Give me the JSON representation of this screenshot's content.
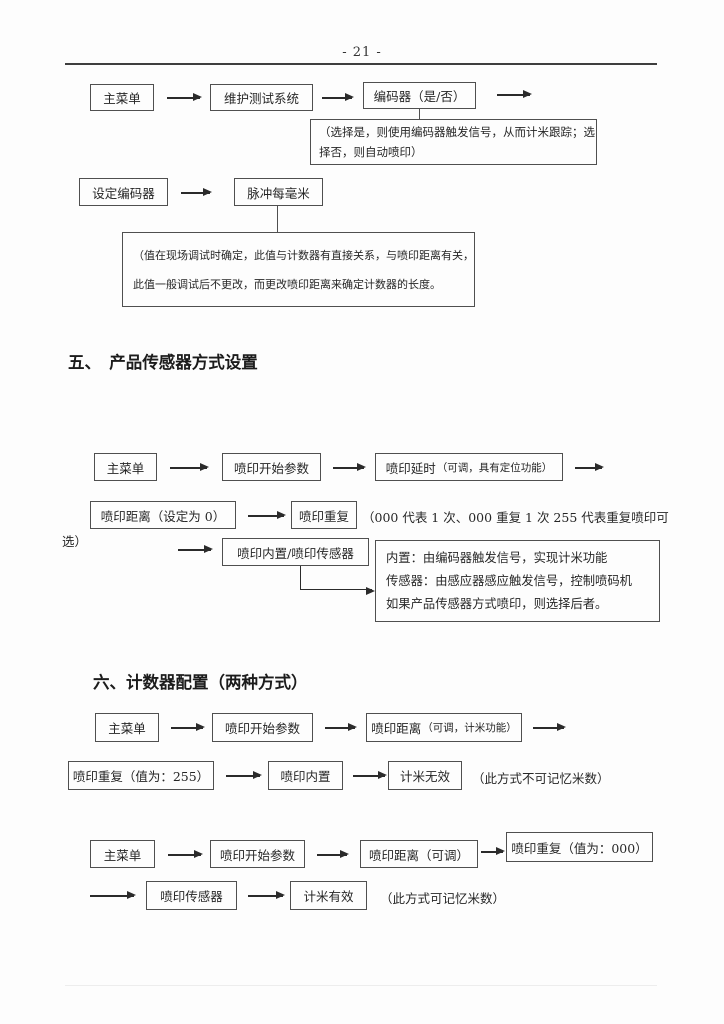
{
  "page": {
    "number": "- 21 -"
  },
  "sec4": {
    "flow1": {
      "b1": "主菜单",
      "b2": "维护测试系统",
      "b3": "编码器（是/否）"
    },
    "note1": {
      "line1": "（选择是，则使用编码器触发信号，从而计米跟踪；选",
      "line2": "择否，则自动喷印）"
    },
    "flow2": {
      "b1": "设定编码器",
      "b2": "脉冲每毫米"
    },
    "note2": {
      "line1": "（值在现场调试时确定，此值与计数器有直接关系，与喷印距离有关，",
      "line2": "此值一般调试后不更改，而更改喷印距离来确定计数器的长度。"
    }
  },
  "sec5": {
    "heading": "五、　产品传感器方式设置",
    "flow1": {
      "b1": "主菜单",
      "b2": "喷印开始参数",
      "b3_main": "喷印延时",
      "b3_sub": "（可调，具有定位功能）"
    },
    "flow2": {
      "b1": "喷印距离（设定为 0）",
      "b2": "喷印重复",
      "annotation": "（000 代表 1 次、000 重复 1 次  255 代表重复喷印可",
      "annotation_cont": "选）"
    },
    "flow3": {
      "b1": "喷印内置/喷印传感器"
    },
    "note": {
      "line1": "内置：由编码器触发信号，实现计米功能",
      "line2": "传感器：由感应器感应触发信号，控制喷码机",
      "line3": "如果产品传感器方式喷印，则选择后者。"
    }
  },
  "sec6": {
    "heading": "六、计数器配置（两种方式）",
    "flow1": {
      "b1": "主菜单",
      "b2": "喷印开始参数",
      "b3_main": "喷印距离",
      "b3_sub": "（可调，计米功能）"
    },
    "flow2": {
      "b1": "喷印重复（值为：255）",
      "b2": "喷印内置",
      "b3": "计米无效",
      "annotation": "（此方式不可记忆米数）"
    },
    "flow3": {
      "b1": "主菜单",
      "b2": "喷印开始参数",
      "b3": "喷印距离（可调）",
      "b4": "喷印重复（值为：000）"
    },
    "flow4": {
      "b1": "喷印传感器",
      "b2": "计米有效",
      "annotation": "（此方式可记忆米数）"
    }
  }
}
